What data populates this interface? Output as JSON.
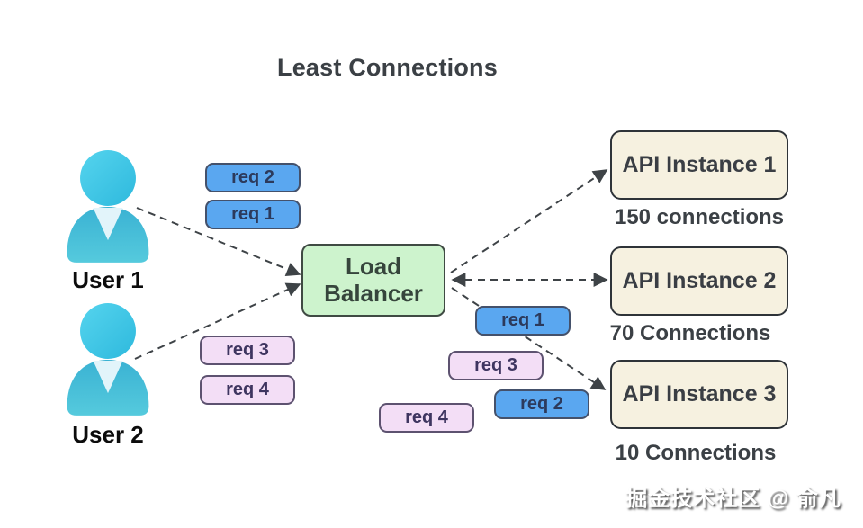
{
  "title": "Least Connections",
  "users": [
    {
      "label": "User 1"
    },
    {
      "label": "User 2"
    }
  ],
  "load_balancer": {
    "label": "Load Balancer"
  },
  "user1_requests": [
    {
      "label": "req 2"
    },
    {
      "label": "req 1"
    }
  ],
  "user2_requests": [
    {
      "label": "req 3"
    },
    {
      "label": "req 4"
    }
  ],
  "pending_requests": [
    {
      "label": "req 1",
      "color": "blue"
    },
    {
      "label": "req 3",
      "color": "pink"
    },
    {
      "label": "req 2",
      "color": "blue"
    },
    {
      "label": "req 4",
      "color": "pink"
    }
  ],
  "instances": [
    {
      "label": "API Instance 1",
      "connections": "150 connections"
    },
    {
      "label": "API Instance 2",
      "connections": "70 Connections"
    },
    {
      "label": "API Instance 3",
      "connections": "10 Connections"
    }
  ],
  "watermark": "掘金技术社区 @ 俞凡",
  "colors": {
    "request_blue": "#5aa7f0",
    "request_pink": "#f3def6",
    "load_balancer_green": "#cdf3cd",
    "instance_beige": "#f6f1e0",
    "user_teal": "#3fc0dd",
    "arrow": "#3e4347",
    "text_dark": "#3b4045"
  }
}
